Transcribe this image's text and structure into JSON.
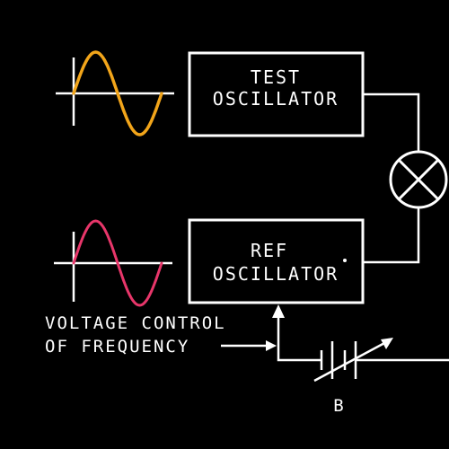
{
  "test_oscillator": {
    "line1": "TEST",
    "line2": "OSCILLATOR",
    "waveform_color": "#f2a51a"
  },
  "ref_oscillator": {
    "line1": "REF",
    "line2": "OSCILLATOR",
    "waveform_color": "#e8366a"
  },
  "voltage_control": {
    "line1": "VOLTAGE CONTROL",
    "line2": "OF FREQUENCY"
  },
  "battery": {
    "label": "B"
  },
  "mixer": {
    "icon": "mixer-circle-x-icon"
  },
  "colors": {
    "background": "#000000",
    "line": "#ffffff"
  }
}
